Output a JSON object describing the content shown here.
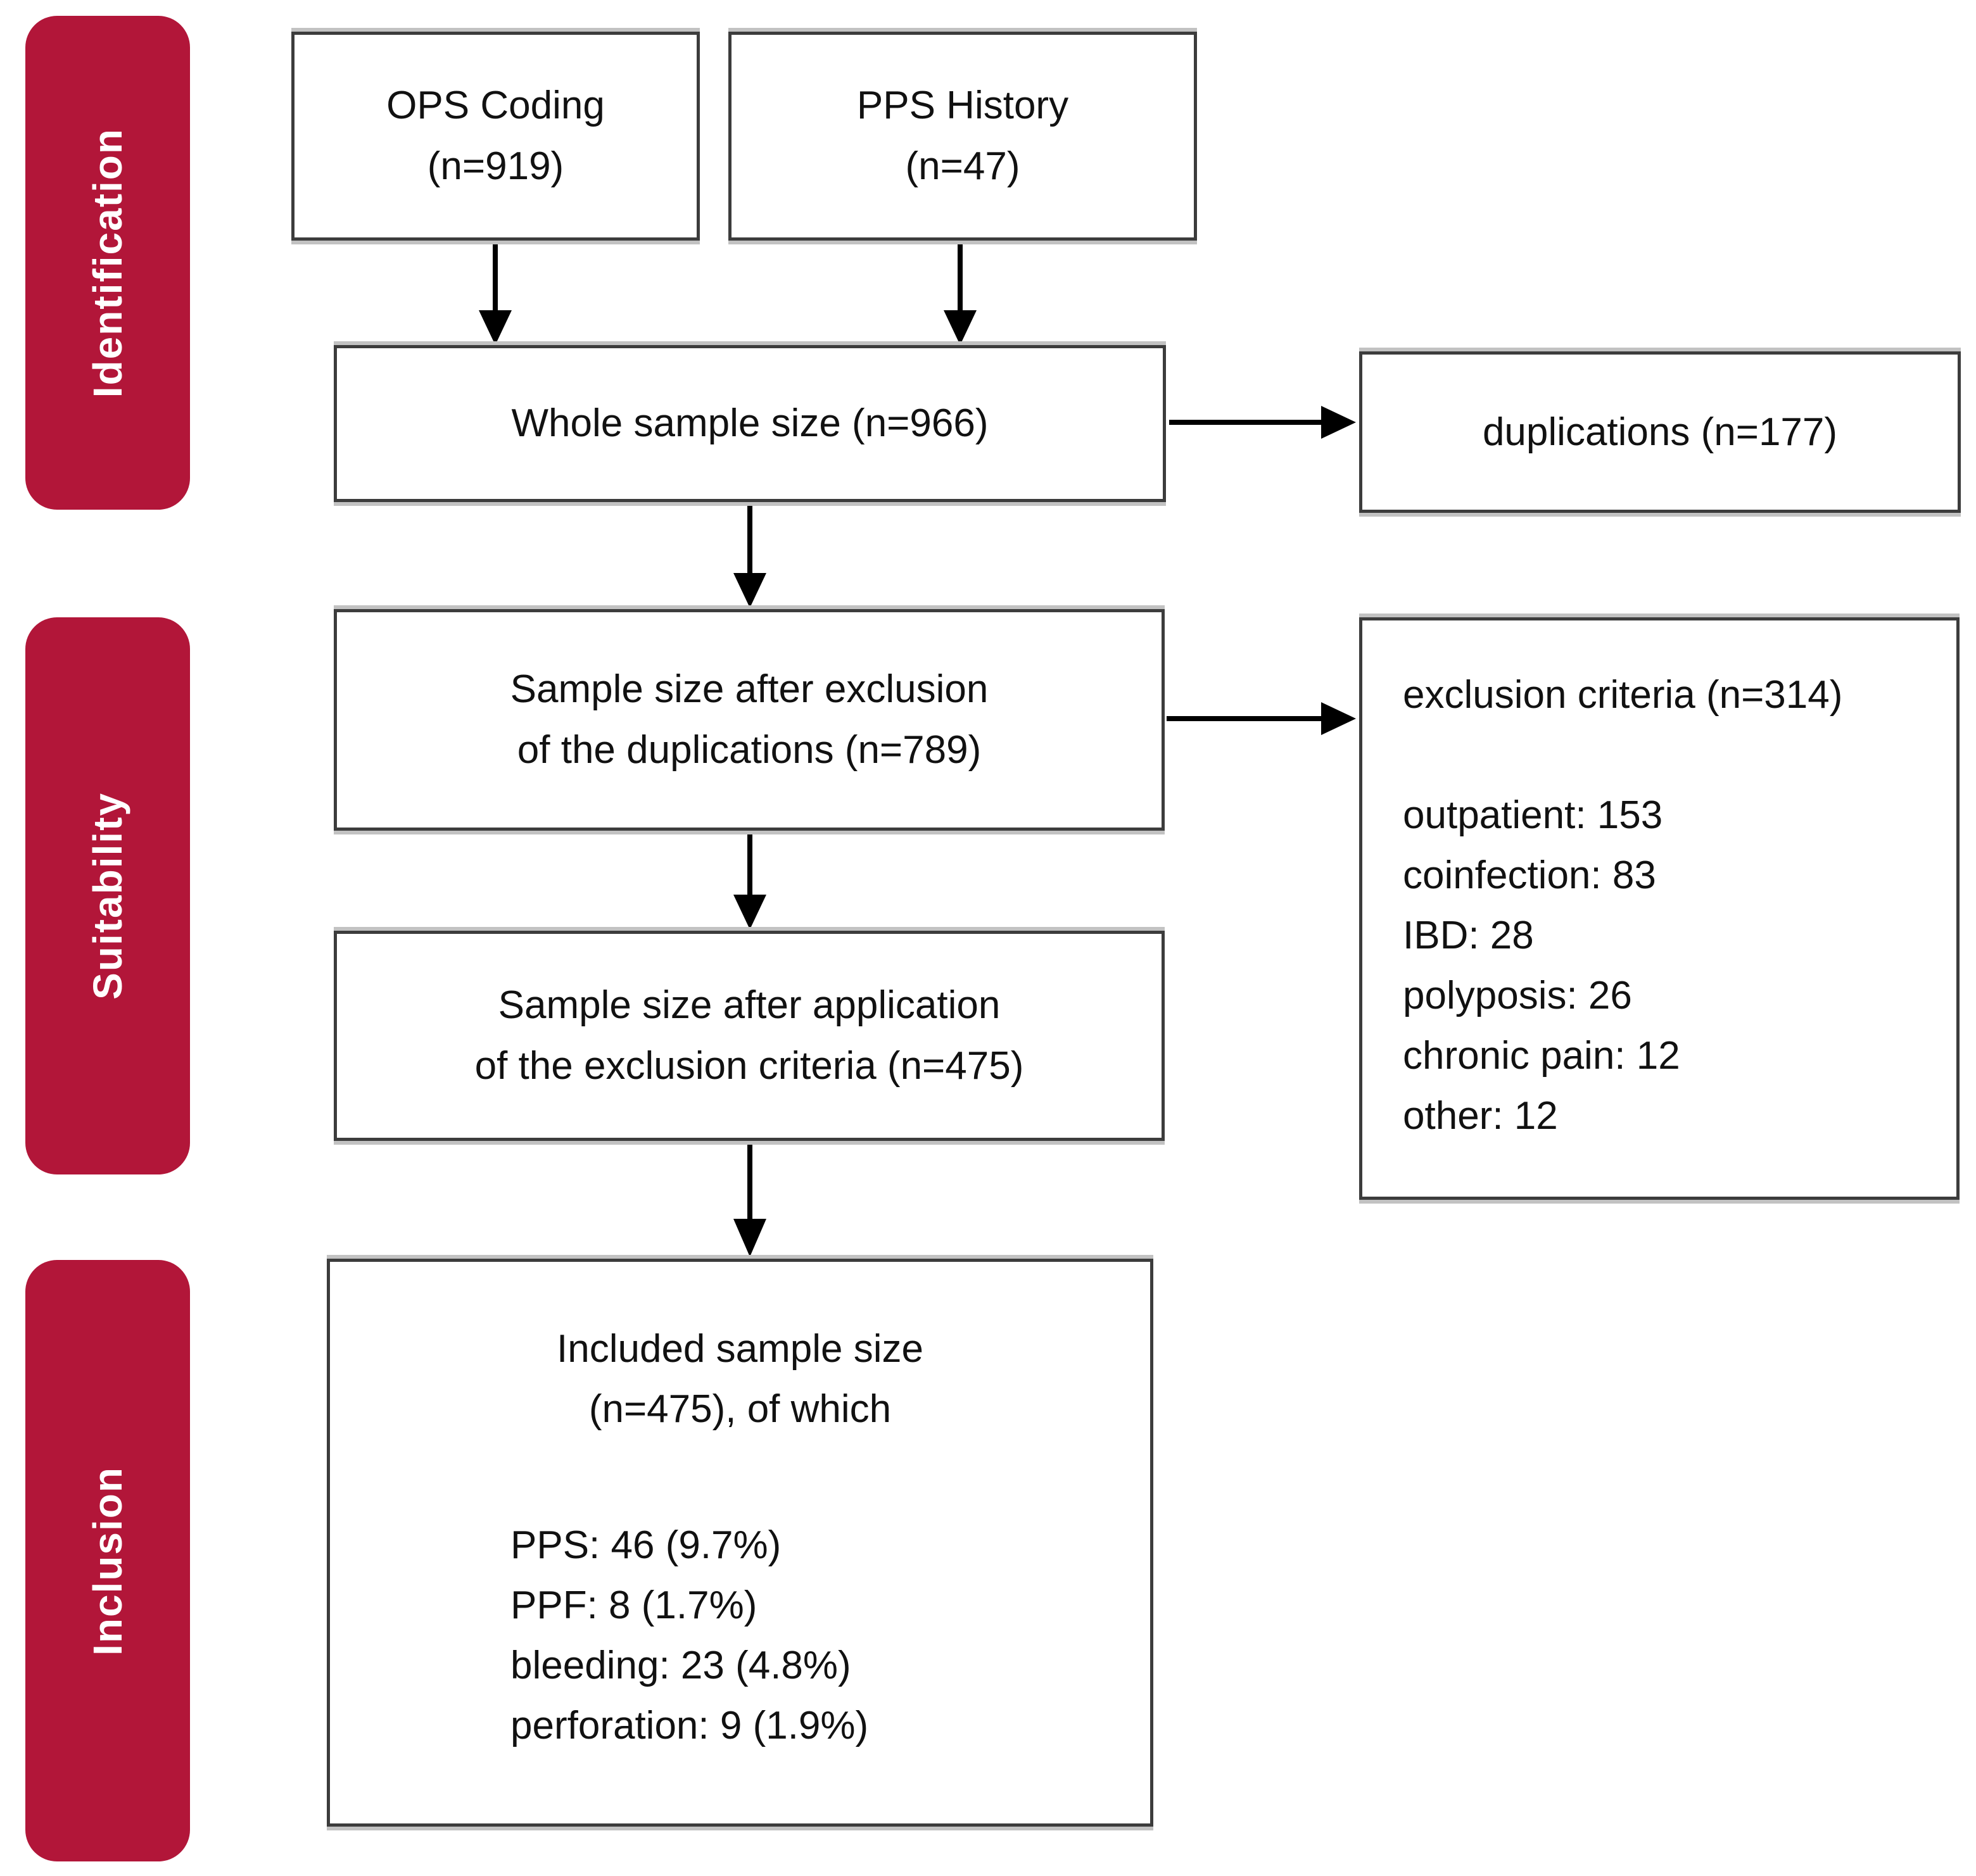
{
  "stages": {
    "identification": "Identification",
    "suitability": "Suitability",
    "inclusion": "Inclusion"
  },
  "boxes": {
    "ops": {
      "line1": "OPS Coding",
      "line2": "(n=919)"
    },
    "pps": {
      "line1": "PPS History",
      "line2": "(n=47)"
    },
    "whole": {
      "text": "Whole sample size (n=966)"
    },
    "duplications": {
      "text": "duplications (n=177)"
    },
    "after_duplications": {
      "line1": "Sample size after exclusion",
      "line2": "of the duplications (n=789)"
    },
    "exclusion_criteria": {
      "title": "exclusion criteria (n=314)",
      "items": [
        "outpatient: 153",
        "coinfection: 83",
        "IBD: 28",
        "polyposis: 26",
        "chronic pain: 12",
        "other: 12"
      ]
    },
    "after_exclusion": {
      "line1": "Sample size after application",
      "line2": "of the exclusion criteria (n=475)"
    },
    "included": {
      "line1": "Included sample size",
      "line2": "(n=475), of which",
      "items": [
        "PPS: 46 (9.7%)",
        "PPF: 8 (1.7%)",
        "bleeding: 23 (4.8%)",
        "perforation: 9 (1.9%)"
      ]
    }
  },
  "colors": {
    "stage_bg": "#B21639",
    "stage_text": "#FFFFFF",
    "box_border": "#3C3C3C",
    "ink": "#111111"
  }
}
